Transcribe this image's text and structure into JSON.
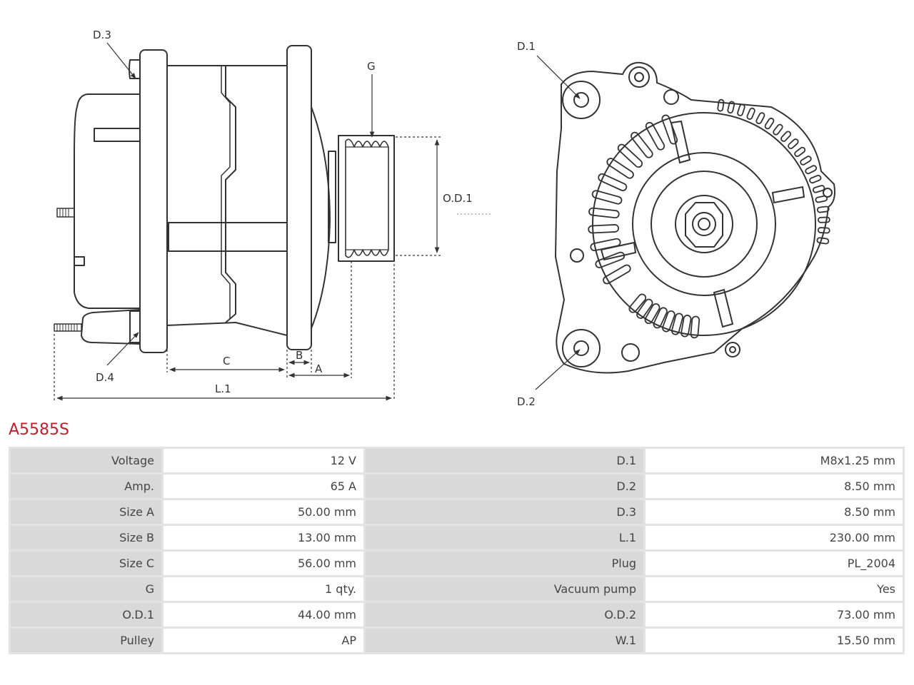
{
  "diagram_labels": {
    "d3": "D.3",
    "d4": "D.4",
    "g": "G",
    "od1": "O.D.1",
    "c": "C",
    "b": "B",
    "a": "A",
    "l1": "L.1",
    "d1": "D.1",
    "d2": "D.2"
  },
  "product_code": "A5585S",
  "specs": [
    {
      "k1": "Voltage",
      "v1": "12 V",
      "k2": "D.1",
      "v2": "M8x1.25 mm"
    },
    {
      "k1": "Amp.",
      "v1": "65 A",
      "k2": "D.2",
      "v2": "8.50 mm"
    },
    {
      "k1": "Size A",
      "v1": "50.00 mm",
      "k2": "D.3",
      "v2": "8.50 mm"
    },
    {
      "k1": "Size B",
      "v1": "13.00 mm",
      "k2": "L.1",
      "v2": "230.00 mm"
    },
    {
      "k1": "Size C",
      "v1": "56.00 mm",
      "k2": "Plug",
      "v2": "PL_2004"
    },
    {
      "k1": "G",
      "v1": "1 qty.",
      "k2": "Vacuum pump",
      "v2": "Yes"
    },
    {
      "k1": "O.D.1",
      "v1": "44.00 mm",
      "k2": "O.D.2",
      "v2": "73.00 mm"
    },
    {
      "k1": "Pulley",
      "v1": "AP",
      "k2": "W.1",
      "v2": "15.50 mm"
    }
  ],
  "colors": {
    "accent": "#c0202a",
    "key_cell": "#d9d9d9",
    "value_cell": "#ffffff"
  }
}
